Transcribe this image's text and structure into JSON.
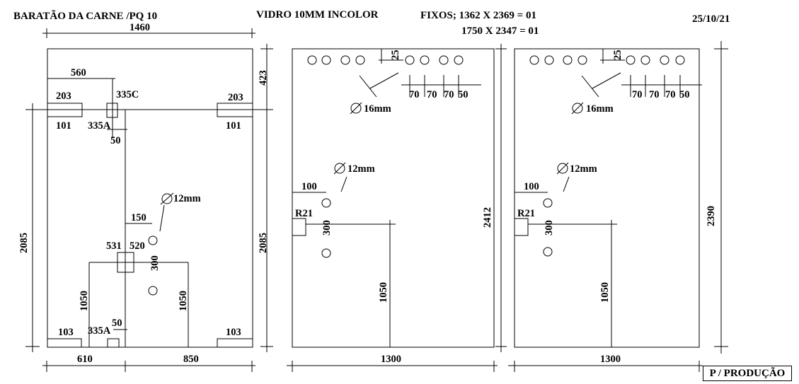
{
  "header": {
    "client": "BARATÃO DA CARNE /PQ 10",
    "material": "VIDRO 10MM INCOLOR",
    "fixos_line1": "FIXOS; 1362 X 2369 = 01",
    "fixos_line2": "1750 X 2347 = 01",
    "date": "25/10/21"
  },
  "footer": {
    "production_label": "P / PRODUÇÃO"
  },
  "door": {
    "total_width": "1460",
    "left_height": "2085",
    "right_height": "2085",
    "top_offset": "423",
    "hinge_from_left": "560",
    "patch_top_left_w": "203",
    "patch_top_left_h": "101",
    "patch_top_right_w": "203",
    "patch_top_right_h": "101",
    "fitting_335c": "335C",
    "fitting_335a_top": "335A",
    "offset_50_top": "50",
    "hole_label": "12mm",
    "lock_offset": "150",
    "lock_531": "531",
    "lock_520": "520",
    "hole_spacing": "300",
    "height_left_1050": "1050",
    "height_right_1050": "1050",
    "patch_bottom_left": "103",
    "patch_bottom_right": "103",
    "fitting_335a_bottom": "335A",
    "offset_50_bottom": "50",
    "bottom_left_width": "610",
    "bottom_right_width": "850"
  },
  "fixed_panels": [
    {
      "height": "2412",
      "width": "1300",
      "top_hole_label": "16mm",
      "top_offset": "25",
      "spacing_1": "70",
      "spacing_2": "70",
      "spacing_3": "70",
      "spacing_4": "50",
      "side_hole_label": "12mm",
      "side_offset": "100",
      "corner_radius": "R21",
      "hole_spacing": "300",
      "hole_height": "1050"
    },
    {
      "height": "2390",
      "width": "1300",
      "top_hole_label": "16mm",
      "top_offset": "25",
      "spacing_1": "70",
      "spacing_2": "70",
      "spacing_3": "70",
      "spacing_4": "50",
      "side_hole_label": "12mm",
      "side_offset": "100",
      "corner_radius": "R21",
      "hole_spacing": "300",
      "hole_height": "1050"
    }
  ]
}
